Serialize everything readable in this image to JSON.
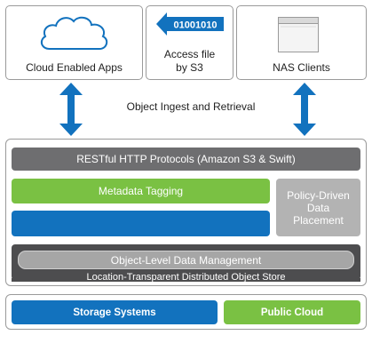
{
  "clients": {
    "cloud_apps": {
      "label": "Cloud Enabled Apps",
      "icon": "cloud-icon"
    },
    "s3_access": {
      "label_line1": "Access file",
      "label_line2": "by S3",
      "binary": "01001010",
      "icon": "binary-arrow-icon"
    },
    "nas_clients": {
      "label": "NAS Clients",
      "icon": "window-icon"
    }
  },
  "ingest": {
    "label": "Object Ingest and Retrieval"
  },
  "platform": {
    "protocols": "RESTful HTTP Protocols (Amazon S3 & Swift)",
    "metadata": "Metadata Tagging",
    "blue_bar": "",
    "policy_line1": "Policy-Driven",
    "policy_line2": "Data",
    "policy_line3": "Placement",
    "object_mgmt": "Object-Level Data Management",
    "object_store": "Location-Transparent Distributed Object Store"
  },
  "storage": {
    "systems": "Storage Systems",
    "public_cloud": "Public Cloud"
  },
  "colors": {
    "blue": "#1272be",
    "green": "#7ac143",
    "dark_gray": "#4d4d4f",
    "mid_gray": "#6e6e70",
    "light_gray": "#b3b3b3",
    "arrow": "#1272be"
  }
}
